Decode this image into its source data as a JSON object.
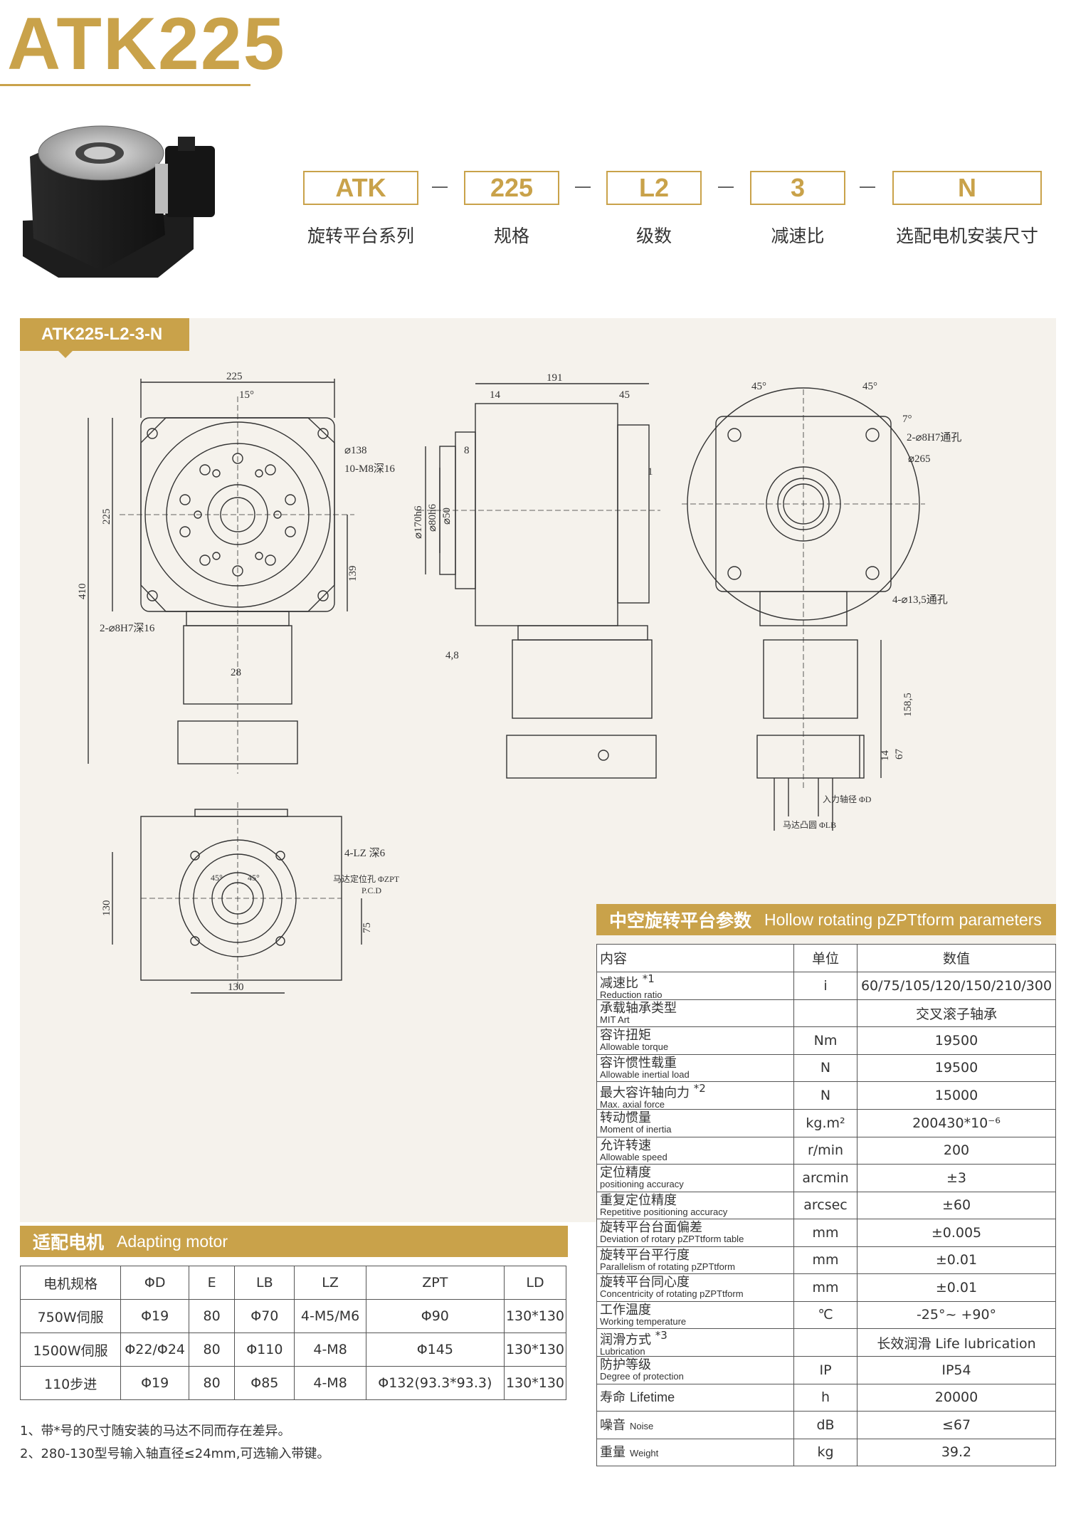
{
  "title": "ATK225",
  "code": {
    "parts": [
      {
        "code": "ATK",
        "label": "旋转平台系列"
      },
      {
        "code": "225",
        "label": "规格"
      },
      {
        "code": "L2",
        "label": "级数"
      },
      {
        "code": "3",
        "label": "减速比"
      },
      {
        "code": "N",
        "label": "选配电机安装尺寸"
      }
    ]
  },
  "drawing": {
    "model_tag": "ATK225-L2-3-N",
    "dims": {
      "d225_top": "225",
      "angle15": "15°",
      "d138": "⌀138",
      "m8": "10-M8深16",
      "d225_side": "225",
      "d410": "410",
      "d139": "139",
      "pin1": "2-⌀8H7深16",
      "d28": "28",
      "d191": "191",
      "d14": "14",
      "d45": "45",
      "d8": "8",
      "d1": "1",
      "d170": "⌀170h6",
      "d80": "⌀80h6",
      "d50": "⌀50",
      "d4_8": "4,8",
      "ang45a": "45°",
      "ang45b": "45°",
      "ang7": "7°",
      "pin2": "2-⌀8H7通孔",
      "d265": "⌀265",
      "hole4": "4-⌀13,5通孔",
      "d158": "158,5",
      "d67": "67",
      "d14b": "14",
      "shaft_d": "入力轴径 ΦD",
      "boss_lb": "马达凸圆 ΦLB",
      "lz": "4-LZ 深6",
      "zpt": "马达定位孔 ΦZPT",
      "pcd": "P.C.D",
      "d130a": "130",
      "d75": "75",
      "d130b": "130",
      "ang45c": "45°",
      "ang45d": "45°"
    }
  },
  "params": {
    "section_cn": "中空旋转平台参数",
    "section_en": "Hollow rotating pZPTtform parameters",
    "headers": [
      "内容",
      "单位",
      "数值"
    ],
    "rows": [
      {
        "cn": "减速比",
        "mark": "*1",
        "en": "Reduction ratio",
        "unit": "i",
        "value": "60/75/105/120/150/210/300"
      },
      {
        "cn": "承载轴承类型",
        "mark": "",
        "en": "MIT Art",
        "unit": "",
        "value": "交叉滚子轴承"
      },
      {
        "cn": "容许扭矩",
        "mark": "",
        "en": "Allowable torque",
        "unit": "Nm",
        "value": "19500"
      },
      {
        "cn": "容许惯性载重",
        "mark": "",
        "en": "Allowable inertial load",
        "unit": "N",
        "value": "19500"
      },
      {
        "cn": "最大容许轴向力",
        "mark": "*2",
        "en": "Max. axial force",
        "unit": "N",
        "value": "15000"
      },
      {
        "cn": "转动惯量",
        "mark": "",
        "en": "Moment of inertia",
        "unit": "kg.m²",
        "value": "200430*10⁻⁶"
      },
      {
        "cn": "允许转速",
        "mark": "",
        "en": "Allowable speed",
        "unit": "r/min",
        "value": "200"
      },
      {
        "cn": "定位精度",
        "mark": "",
        "en": "positioning accuracy",
        "unit": "arcmin",
        "value": "±3"
      },
      {
        "cn": "重复定位精度",
        "mark": "",
        "en": "Repetitive positioning accuracy",
        "unit": "arcsec",
        "value": "±60"
      },
      {
        "cn": "旋转平台台面偏差",
        "mark": "",
        "en": "Deviation of rotary pZPTtform table",
        "unit": "mm",
        "value": "±0.005"
      },
      {
        "cn": "旋转平台平行度",
        "mark": "",
        "en": "Parallelism of rotating pZPTtform",
        "unit": "mm",
        "value": "±0.01"
      },
      {
        "cn": "旋转平台同心度",
        "mark": "",
        "en": "Concentricity of rotating pZPTtform",
        "unit": "mm",
        "value": "±0.01"
      },
      {
        "cn": "工作温度",
        "mark": "",
        "en": "Working temperature",
        "unit": "℃",
        "value": "-25°~ +90°"
      },
      {
        "cn": "润滑方式",
        "mark": "*3",
        "en": "Lubrication",
        "unit": "",
        "value": "长效润滑 Life lubrication"
      },
      {
        "cn": "防护等级",
        "mark": "",
        "en": "Degree of protection",
        "unit": "IP",
        "value": "IP54"
      }
    ],
    "inline_rows": [
      {
        "cn": "寿命",
        "en": "Lifetime",
        "unit": "h",
        "value": "20000"
      },
      {
        "cn": "噪音",
        "en": "Noise",
        "unit": "dB",
        "value": "≤67"
      },
      {
        "cn": "重量",
        "en": "Weight",
        "unit": "kg",
        "value": "39.2"
      }
    ]
  },
  "motor": {
    "section_cn": "适配电机",
    "section_en": "Adapting motor",
    "headers": [
      "电机规格",
      "ΦD",
      "E",
      "LB",
      "LZ",
      "ZPT",
      "LD"
    ],
    "rows": [
      [
        "750W伺服",
        "Φ19",
        "80",
        "Φ70",
        "4-M5/M6",
        "Φ90",
        "130*130"
      ],
      [
        "1500W伺服",
        "Φ22/Φ24",
        "80",
        "Φ110",
        "4-M8",
        "Φ145",
        "130*130"
      ],
      [
        "110步进",
        "Φ19",
        "80",
        "Φ85",
        "4-M8",
        "Φ132(93.3*93.3)",
        "130*130"
      ]
    ]
  },
  "notes": [
    "1、带*号的尺寸随安装的马达不同而存在差异。",
    "2、280-130型号输入轴直径≤24mm,可选输入带键。"
  ]
}
